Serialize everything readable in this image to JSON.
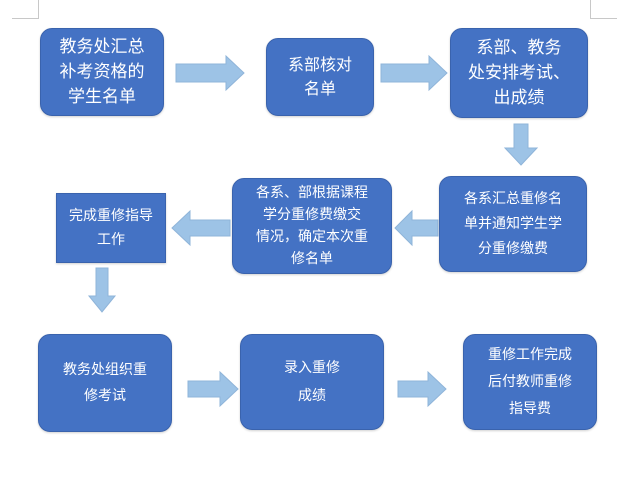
{
  "steps": [
    {
      "id": "step-1",
      "text": "教务处汇总\n补考资格的\n学生名单"
    },
    {
      "id": "step-2",
      "text": "系部核对\n名单"
    },
    {
      "id": "step-3",
      "text": "系部、教务\n处安排考试、\n出成绩"
    },
    {
      "id": "step-4",
      "text": "各系汇总重修名\n单并通知学生学\n分重修缴费"
    },
    {
      "id": "step-5",
      "text": "各系、部根据课程\n学分重修费缴交\n情况，确定本次重\n修名单"
    },
    {
      "id": "step-6",
      "text": "完成重修指导\n工作"
    },
    {
      "id": "step-7",
      "text": "教务处组织重\n修考试"
    },
    {
      "id": "step-8",
      "text": "录入重修\n成绩"
    },
    {
      "id": "step-9",
      "text": "重修工作完成\n后付教师重修\n指导费"
    }
  ],
  "connections": [
    {
      "from": "step-1",
      "to": "step-2",
      "direction": "right"
    },
    {
      "from": "step-2",
      "to": "step-3",
      "direction": "right"
    },
    {
      "from": "step-3",
      "to": "step-4",
      "direction": "down"
    },
    {
      "from": "step-4",
      "to": "step-5",
      "direction": "left"
    },
    {
      "from": "step-5",
      "to": "step-6",
      "direction": "left"
    },
    {
      "from": "step-6",
      "to": "step-7",
      "direction": "down"
    },
    {
      "from": "step-7",
      "to": "step-8",
      "direction": "right"
    },
    {
      "from": "step-8",
      "to": "step-9",
      "direction": "right"
    }
  ],
  "colors": {
    "box_fill": "#4472c4",
    "box_text": "#ffffff",
    "arrow_fill": "#9dc3e6"
  }
}
